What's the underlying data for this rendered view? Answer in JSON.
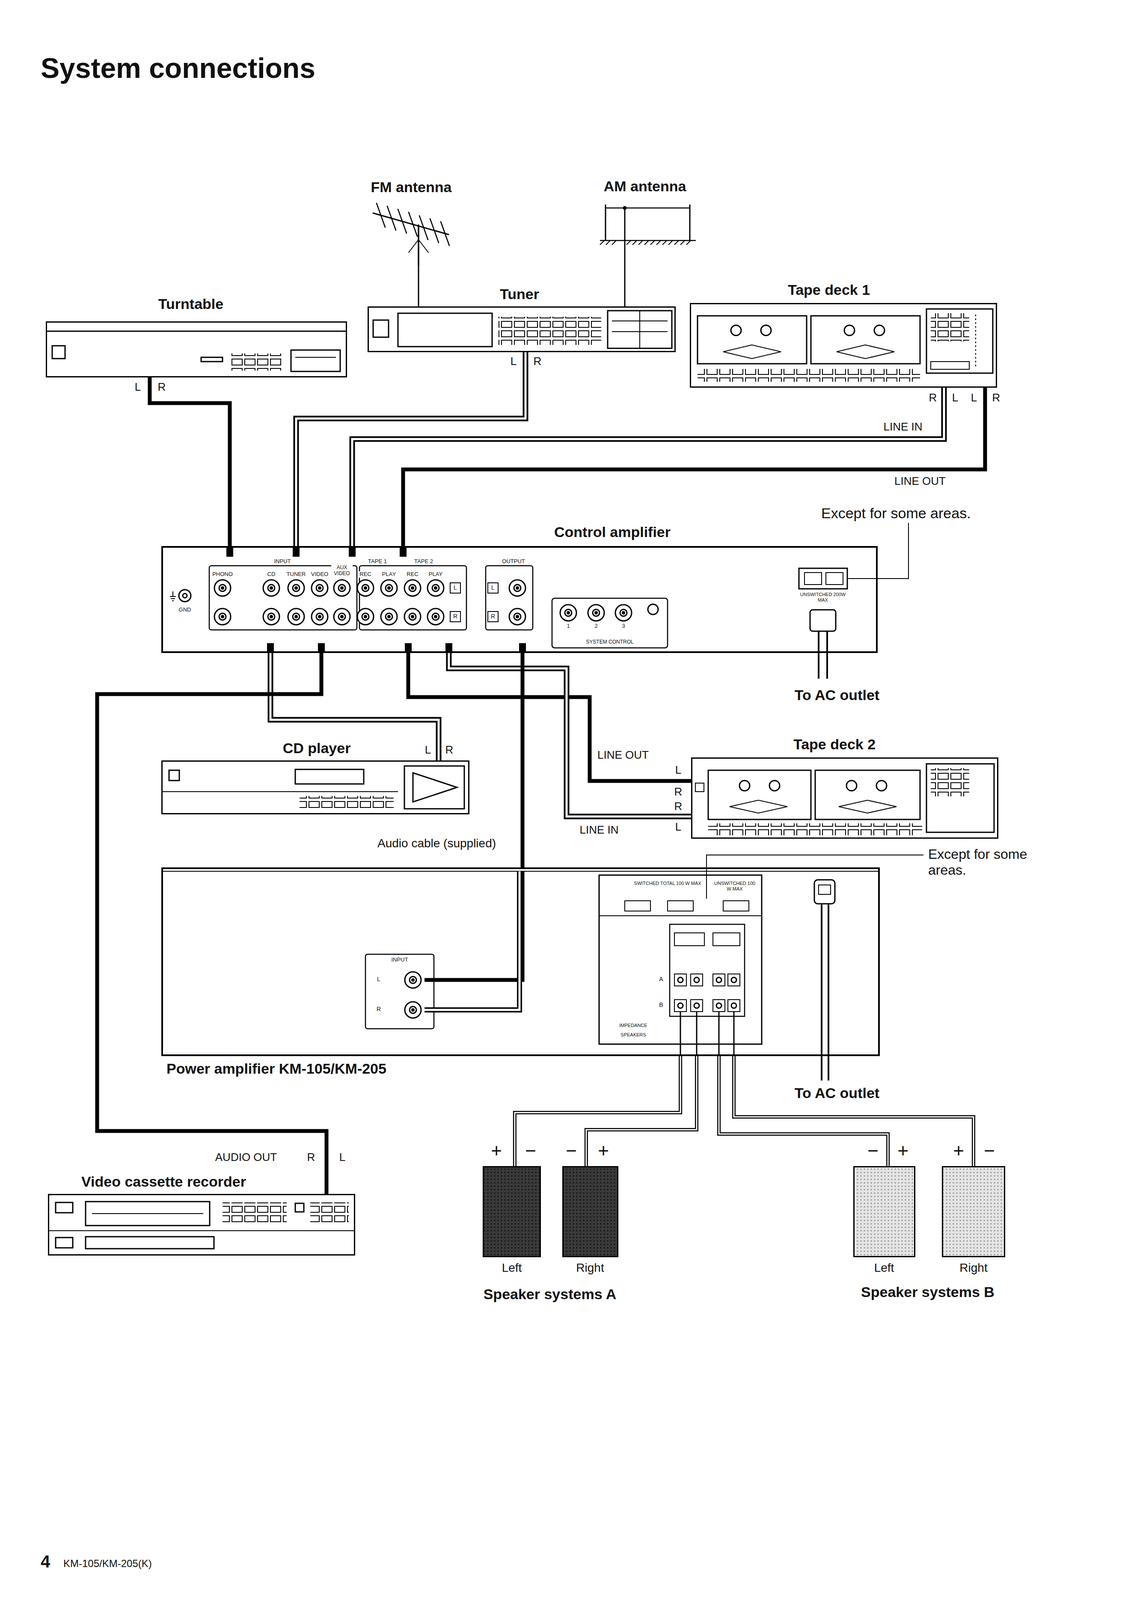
{
  "diagram": {
    "title": "System connections",
    "nodes": [
      {
        "text": [
          "FM antenna"
        ]
      },
      {
        "text": [
          "AM antenna"
        ]
      },
      {
        "text": [
          "Turntable"
        ]
      },
      {
        "text": [
          "Tuner"
        ]
      },
      {
        "text": [
          "Tape deck 1"
        ]
      },
      {
        "text": [
          "Control amplifier"
        ]
      },
      {
        "text": [
          "CD player"
        ]
      },
      {
        "text": [
          "Tape deck 2"
        ]
      },
      {
        "text": [
          "Power amplifier KM-105/KM-205"
        ]
      },
      {
        "text": [
          "Video cassette recorder"
        ]
      },
      {
        "text": [
          "Left"
        ]
      },
      {
        "text": [
          "Right"
        ]
      },
      {
        "text": [
          "Left"
        ]
      },
      {
        "text": [
          "Right"
        ]
      }
    ],
    "edges": [
      {
        "from": 0,
        "to": 3,
        "arrow": "none"
      },
      {
        "from": 1,
        "to": 3,
        "arrow": "none"
      },
      {
        "from": 2,
        "to": 5,
        "arrow": "none"
      },
      {
        "from": 3,
        "to": 5,
        "arrow": "none"
      },
      {
        "from": 5,
        "to": 4,
        "label": "LINE IN",
        "arrow": "none"
      },
      {
        "from": 4,
        "to": 5,
        "label": "LINE OUT",
        "arrow": "none"
      },
      {
        "from": 6,
        "to": 5,
        "arrow": "none"
      },
      {
        "from": 7,
        "to": 5,
        "label": "LINE OUT",
        "arrow": "none"
      },
      {
        "from": 5,
        "to": 7,
        "label": "LINE IN",
        "arrow": "none"
      },
      {
        "from": 9,
        "to": 5,
        "arrow": "none"
      },
      {
        "from": 5,
        "to": 8,
        "label": "Audio cable (supplied)",
        "arrow": "none"
      },
      {
        "from": 8,
        "to": 10,
        "arrow": "none"
      },
      {
        "from": 8,
        "to": 11,
        "arrow": "none"
      },
      {
        "from": 8,
        "to": 12,
        "arrow": "none"
      },
      {
        "from": 8,
        "to": 13,
        "arrow": "none"
      }
    ],
    "labels": [
      "L",
      "R",
      "L",
      "R",
      "R",
      "L",
      "L",
      "R",
      "Except for some areas.",
      "To AC outlet",
      "L",
      "R",
      "L",
      "R",
      "R",
      "L",
      "Except for some areas.",
      "To AC outlet",
      "AUDIO OUT",
      "R",
      "L",
      "+",
      "−",
      "−",
      "+",
      "−",
      "+",
      "+",
      "−",
      "Speaker systems A",
      "Speaker systems B",
      "4",
      "KM-105/KM-205(K)",
      "GND",
      "PHONO",
      "INPUT",
      "CD",
      "TUNER",
      "VIDEO",
      "AUX VIDEO",
      "TAPE 1",
      "REC",
      "PLAY",
      "TAPE 2",
      "REC",
      "PLAY",
      "OUTPUT",
      "L",
      "R",
      "L",
      "R",
      "SYSTEM CONTROL",
      "1",
      "2",
      "3",
      "UNSWITCHED 200W MAX",
      "INPUT",
      "L",
      "R",
      "SWITCHED TOTAL 100 W MAX",
      "UNSWITCHED 100 W MAX",
      "A",
      "B",
      "IMPEDANCE",
      "SPEAKERS"
    ]
  }
}
